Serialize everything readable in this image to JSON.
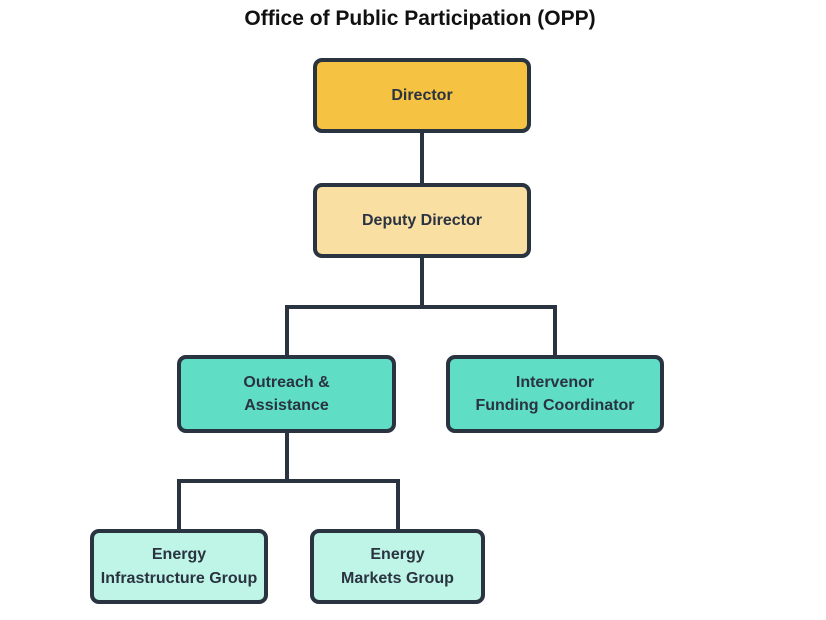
{
  "title": "Office of Public Participation (OPP)",
  "colors": {
    "background": "#ffffff",
    "title_color": "#111111",
    "border": "#2A3340",
    "director_fill": "#F5C242",
    "deputy_fill": "#FADFA3",
    "branch_fill": "#5FDDC5",
    "leaf_fill": "#BFF5E7"
  },
  "nodes": {
    "director": {
      "label": "Director"
    },
    "deputy": {
      "label": "Deputy Director"
    },
    "outreach": {
      "line1": "Outreach &",
      "line2": "Assistance"
    },
    "intervenor": {
      "line1": "Intervenor",
      "line2": "Funding Coordinator"
    },
    "energy_infra": {
      "line1": "Energy",
      "line2": "Infrastructure Group"
    },
    "energy_markets": {
      "line1": "Energy",
      "line2": "Markets Group"
    }
  }
}
